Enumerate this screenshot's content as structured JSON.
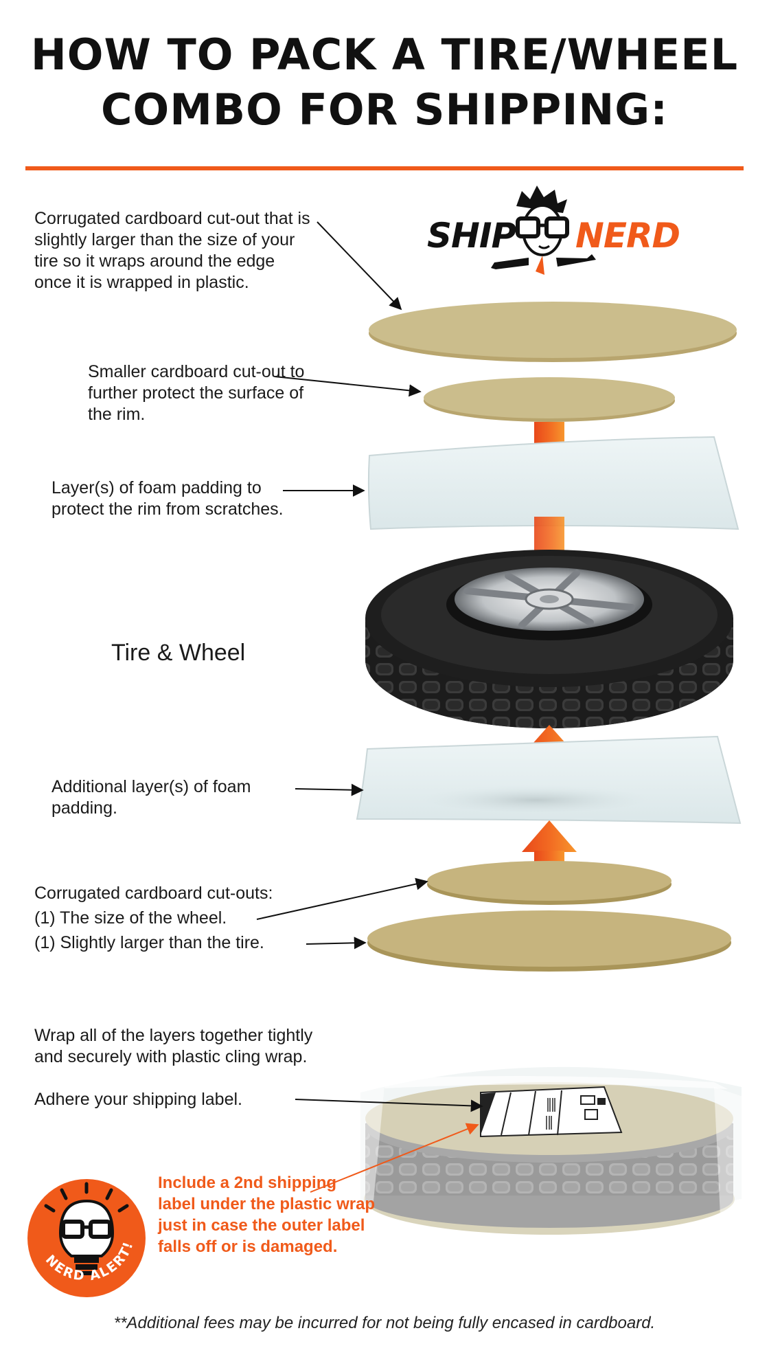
{
  "title_line1": "HOW TO PACK A TIRE/WHEEL",
  "title_line2": "COMBO FOR SHIPPING:",
  "logo": {
    "word1": "SHIP",
    "word2": "NERD"
  },
  "steps": {
    "cardboard_top": "Corrugated cardboard cut-out that is slightly larger than the size of your tire so it wraps around the edge once it is wrapped in plastic.",
    "cardboard_small": "Smaller cardboard cut-out to further protect the surface of the rim.",
    "foam_top": "Layer(s) of foam padding to protect the rim from scratches.",
    "tire": "Tire & Wheel",
    "foam_bottom": "Additional layer(s) of foam padding.",
    "cutouts_heading": "Corrugated cardboard cut-outs:",
    "cutouts_wheel": "(1) The size of the wheel.",
    "cutouts_tire": "(1) Slightly larger than the tire.",
    "wrap_line1": "Wrap all of the layers together tightly and securely with plastic cling wrap.",
    "wrap_line2": "Adhere your shipping label."
  },
  "nerd_alert": {
    "badge": "NERD ALERT!",
    "text": "Include a 2nd shipping label under the plastic wrap just in case the outer label falls off or is damaged."
  },
  "footnote": "**Additional fees may be incurred for not being fully encased in cardboard.",
  "colors": {
    "accent": "#f05a1a",
    "cardboard": "#cbbd8c",
    "cardboard_dark": "#b8a56e",
    "foam": "#e6f0f1",
    "tire": "#1d1d1d"
  }
}
